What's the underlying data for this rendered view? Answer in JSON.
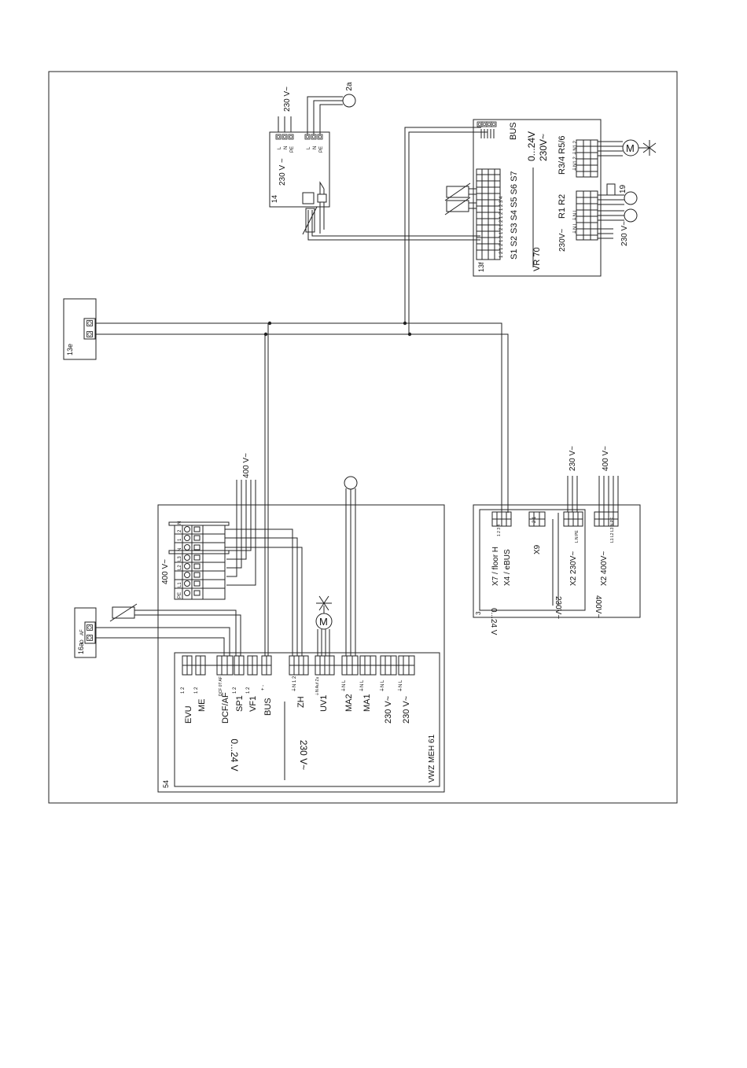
{
  "colors": {
    "line": "#222222",
    "background": "#ffffff"
  },
  "frame": {
    "voltage_230_top": "230 V~",
    "pump_2a": "2a",
    "thermostat_14": {
      "id": "14",
      "voltage": "230 V ~",
      "term_l": "L",
      "term_n": "N",
      "term_pe": "PE",
      "term_l2": "L",
      "term_n2": "N",
      "term_pe2": "PE"
    },
    "vr70": {
      "id": "13f",
      "name": "VR 70",
      "bus": "BUS",
      "v024": "0...24V",
      "v230": "230V~",
      "relays_r34_r56": "R3/4  R5/6",
      "relays_r1_r2": "R1  R2",
      "r_230": "230V~",
      "sensors": "S1 S2 S3 S4 S5 S6  S7",
      "sensor_pins": "1 2  1 2  1 2  1 2  1 2  1 2  1 2 3 4",
      "relay_pins": "⏚N1 2  ⏚N1 2",
      "relay_pins_b": "⏚N L  ⏚N L",
      "supply_label": "230 V~",
      "mark_19": "19"
    },
    "box_13e": {
      "id": "13e"
    },
    "box_16a": {
      "id": "16a",
      "af": "AF",
      "o": "O"
    },
    "voltage_400_mid": "400 V~",
    "terminal_400": {
      "label": "400 V~",
      "pins": [
        "PE",
        "L1",
        "L2",
        "L3",
        "N",
        "1",
        "2",
        "N"
      ]
    },
    "meh61": {
      "id": "54",
      "name": "VWZ MEH 61",
      "low_voltage": "0...24 V",
      "high_voltage": "230 V~",
      "labels": [
        "EVU",
        "ME",
        "DCF/AF",
        "SP1",
        "VF1",
        "BUS",
        "ZH",
        "UV1",
        "MA2",
        "MA1",
        "230 V~",
        "230 V~"
      ],
      "pin_12": "1  2",
      "pin_dcf": "DCF 0T AF",
      "pin_bus": "+ -",
      "pin_nl": "⏚N L",
      "pin_uv": "⏚N Auf Zu",
      "pin_zh": "⏚N 1 2"
    },
    "heatpump_3": {
      "id": "3",
      "x7": "X7 / floor H",
      "x4": "X4 / eBUS",
      "x9": "X9",
      "x9_pins": "2  1",
      "x2_230": "X2  230V~",
      "x2_400": "X2  400V~",
      "low": "0...24 V",
      "mid": "230V~",
      "high": "400V~",
      "voltage_230": "230 V~",
      "voltage_400": "400 V~",
      "pins_1234": "1 2 3 4",
      "pins_nlpe": "L N PE",
      "pins_400": "L1 L2 L3 N PE"
    }
  }
}
